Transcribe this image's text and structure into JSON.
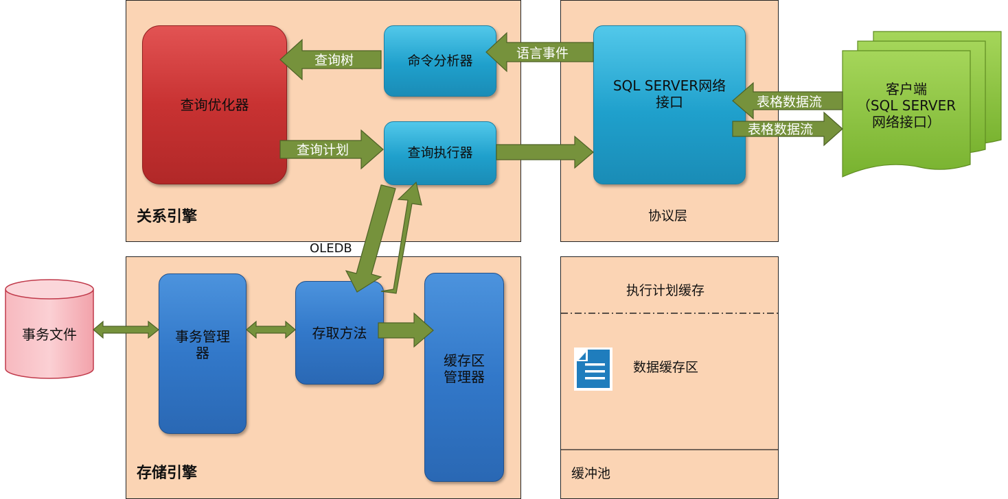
{
  "relational_engine": {
    "title": "关系引擎"
  },
  "protocol_layer": {
    "title": "协议层"
  },
  "storage_engine": {
    "title": "存储引擎"
  },
  "buffer_pool": {
    "title": "缓冲池",
    "plan_cache": "执行计划缓存",
    "data_cache": "数据缓存区",
    "data_cache_icon": "document-icon"
  },
  "nodes": {
    "query_optimizer": "查询优化器",
    "command_parser": "命令分析器",
    "query_executor": "查询执行器",
    "sql_net_interface": "SQL SERVER网络\n接口",
    "client": "客户端\n（SQL SERVER\n网络接口）",
    "transaction_file": "事务文件",
    "transaction_manager": "事务管理\n器",
    "access_methods": "存取方法",
    "buffer_manager": "缓存区\n管理器"
  },
  "arrows": {
    "query_tree": "查询树",
    "language_event": "语言事件",
    "query_plan": "查询计划",
    "tds_in": "表格数据流",
    "tds_out": "表格数据流",
    "oledb": "OLEDB"
  },
  "colors": {
    "panel": "#fbd4b4",
    "arrow": "#76923c",
    "cyan_node": "#1fa0cc",
    "red_node": "#c83232",
    "blue_node": "#3278c9",
    "client_doc": "#8cc63f",
    "transaction_cylinder": "#f4a6ae"
  }
}
